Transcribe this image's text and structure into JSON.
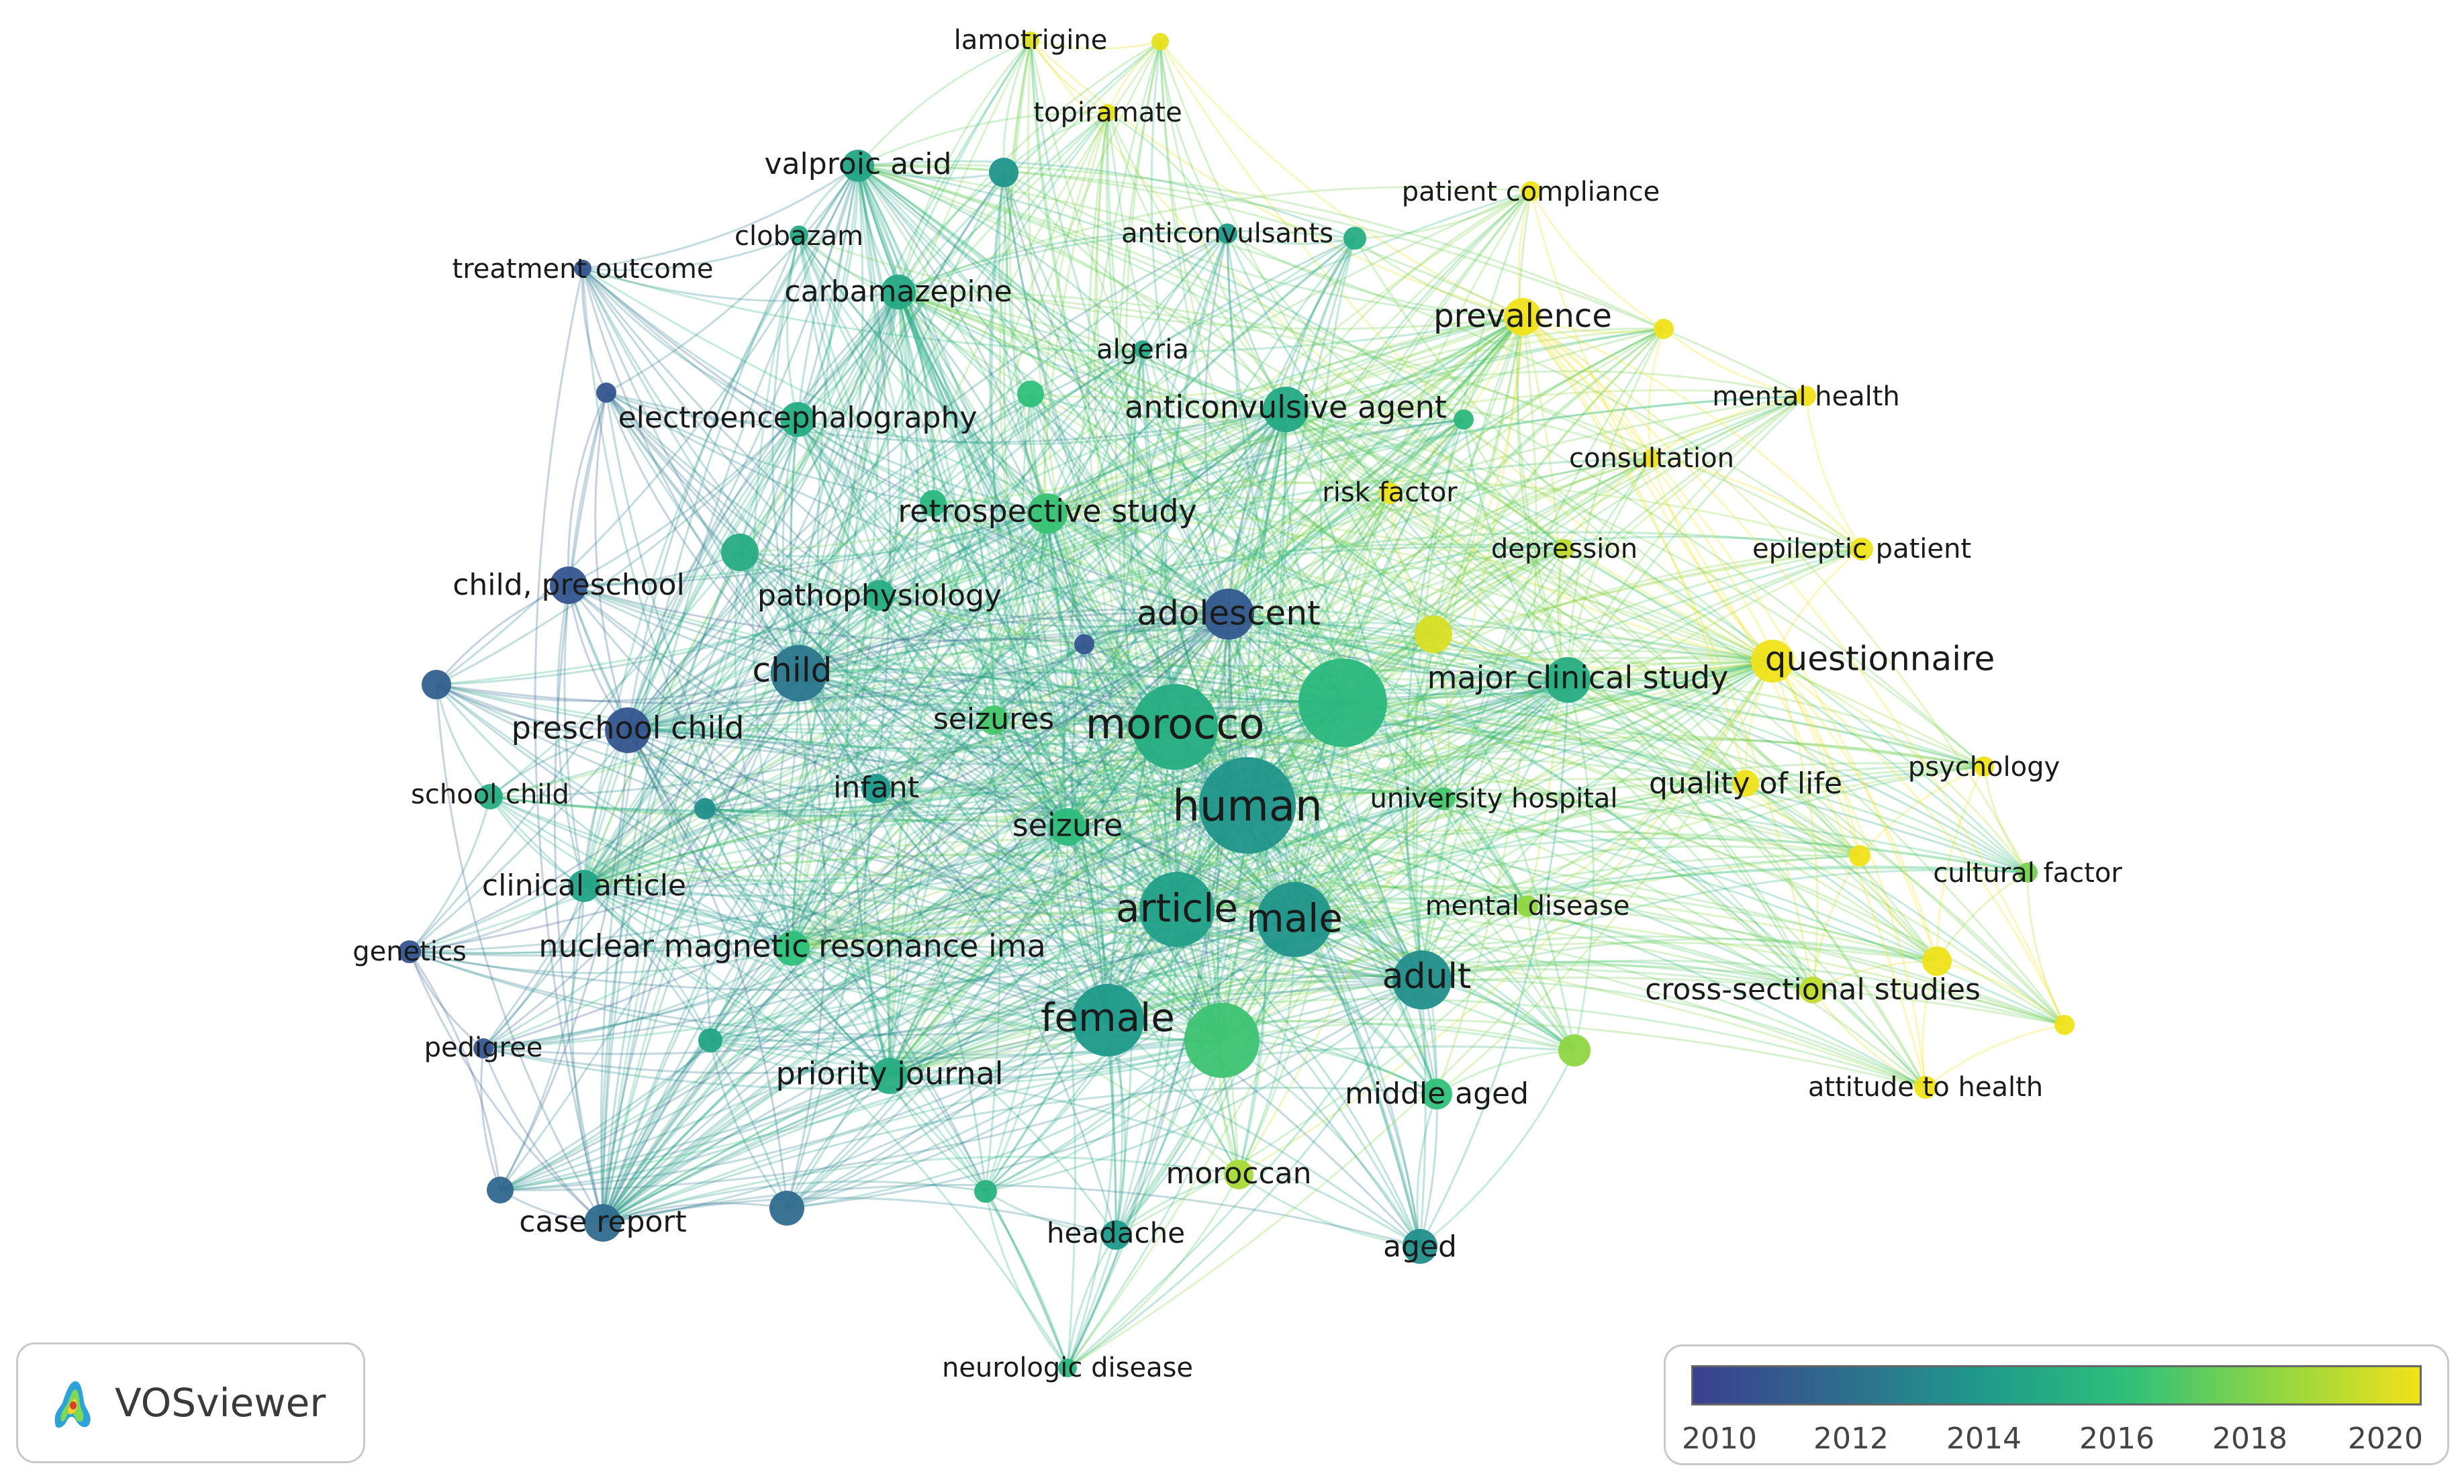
{
  "brand": {
    "name": "VOSviewer",
    "logo_icon": "vosviewer-logo-icon"
  },
  "legend": {
    "ticks": [
      "2010",
      "2012",
      "2014",
      "2016",
      "2018",
      "2020"
    ],
    "colors": [
      "#3b3f8f",
      "#2f6b8e",
      "#1f9a8a",
      "#2fc07a",
      "#8fd642",
      "#f0e21a"
    ]
  },
  "nodes": [
    {
      "id": "lamotrigine",
      "label": "lamotrigine",
      "year": 2019.6
    },
    {
      "id": "n_top_yellow",
      "label": "",
      "year": 2019.8
    },
    {
      "id": "topiramate",
      "label": "topiramate",
      "year": 2019.8
    },
    {
      "id": "valproic_acid",
      "label": "valproic acid",
      "year": 2014.5
    },
    {
      "id": "n_valproic2",
      "label": "",
      "year": 2013.8
    },
    {
      "id": "clobazam",
      "label": "clobazam",
      "year": 2014.8
    },
    {
      "id": "anticonvulsants",
      "label": "anticonvulsants",
      "year": 2014.0
    },
    {
      "id": "n_anticonv2",
      "label": "",
      "year": 2015.0
    },
    {
      "id": "patient_compliance",
      "label": "patient compliance",
      "year": 2020.0
    },
    {
      "id": "treatment_outcome",
      "label": "treatment outcome",
      "year": 2011.0
    },
    {
      "id": "carbamazepine",
      "label": "carbamazepine",
      "year": 2014.8
    },
    {
      "id": "prevalence",
      "label": "prevalence",
      "year": 2020.0
    },
    {
      "id": "n_prev2",
      "label": "",
      "year": 2020.0
    },
    {
      "id": "algeria",
      "label": "algeria",
      "year": 2014.8
    },
    {
      "id": "n_alg2",
      "label": "",
      "year": 2016.0
    },
    {
      "id": "mental_health",
      "label": "mental health",
      "year": 2020.0
    },
    {
      "id": "n_purple_left",
      "label": "",
      "year": 2011.0
    },
    {
      "id": "electroencephalography",
      "label": "electroencephalography",
      "year": 2015.0
    },
    {
      "id": "anticonvulsive_agent",
      "label": "anticonvulsive agent",
      "year": 2014.8
    },
    {
      "id": "n_acagent2",
      "label": "",
      "year": 2015.5
    },
    {
      "id": "consultation",
      "label": "consultation",
      "year": 2020.0
    },
    {
      "id": "risk_factor",
      "label": "risk factor",
      "year": 2020.0
    },
    {
      "id": "retrospective_study",
      "label": "retrospective study",
      "year": 2016.2
    },
    {
      "id": "n_retro2",
      "label": "",
      "year": 2015.5
    },
    {
      "id": "depression",
      "label": "depression",
      "year": 2019.0
    },
    {
      "id": "epileptic_patient",
      "label": "epileptic patient",
      "year": 2020.0
    },
    {
      "id": "n_left_teal",
      "label": "",
      "year": 2015.0
    },
    {
      "id": "child_preschool",
      "label": "child, preschool",
      "year": 2011.0
    },
    {
      "id": "pathophysiology",
      "label": "pathophysiology",
      "year": 2015.0
    },
    {
      "id": "adolescent",
      "label": "adolescent",
      "year": 2011.2
    },
    {
      "id": "n_purple_small",
      "label": "",
      "year": 2011.0
    },
    {
      "id": "n_yellow_mid",
      "label": "",
      "year": 2019.5
    },
    {
      "id": "n_blue_left",
      "label": "",
      "year": 2011.5
    },
    {
      "id": "child",
      "label": "child",
      "year": 2012.5
    },
    {
      "id": "questionnaire",
      "label": "questionnaire",
      "year": 2020.0
    },
    {
      "id": "major_clinical_study",
      "label": "major clinical study",
      "year": 2015.0
    },
    {
      "id": "n_big_teal",
      "label": "",
      "year": 2015.5
    },
    {
      "id": "morocco",
      "label": "morocco",
      "year": 2015.0
    },
    {
      "id": "seizures",
      "label": "seizures",
      "year": 2016.5
    },
    {
      "id": "preschool_child",
      "label": "preschool child",
      "year": 2011.0
    },
    {
      "id": "school_child",
      "label": "school child",
      "year": 2015.0
    },
    {
      "id": "n_teal_small",
      "label": "",
      "year": 2013.5
    },
    {
      "id": "infant",
      "label": "infant",
      "year": 2014.0
    },
    {
      "id": "human",
      "label": "human",
      "year": 2013.8
    },
    {
      "id": "university_hospital",
      "label": "university hospital",
      "year": 2016.5
    },
    {
      "id": "quality_of_life",
      "label": "quality of life",
      "year": 2020.0
    },
    {
      "id": "psychology",
      "label": "psychology",
      "year": 2020.0
    },
    {
      "id": "seizure",
      "label": "seizure",
      "year": 2015.8
    },
    {
      "id": "n_yellow_right",
      "label": "",
      "year": 2020.0
    },
    {
      "id": "cultural_factor",
      "label": "cultural factor",
      "year": 2017.5
    },
    {
      "id": "clinical_article",
      "label": "clinical article",
      "year": 2014.5
    },
    {
      "id": "article",
      "label": "article",
      "year": 2014.3
    },
    {
      "id": "male",
      "label": "male",
      "year": 2013.8
    },
    {
      "id": "mental_disease",
      "label": "mental disease",
      "year": 2018.0
    },
    {
      "id": "genetics",
      "label": "genetics",
      "year": 2011.0
    },
    {
      "id": "nuclear_mri",
      "label": "nuclear magnetic resonance ima",
      "year": 2016.0
    },
    {
      "id": "adult",
      "label": "adult",
      "year": 2013.5
    },
    {
      "id": "n_yellow_right2",
      "label": "",
      "year": 2020.0
    },
    {
      "id": "cross_sectional",
      "label": "cross-sectional studies",
      "year": 2019.0
    },
    {
      "id": "n_yellow_far",
      "label": "",
      "year": 2020.0
    },
    {
      "id": "female",
      "label": "female",
      "year": 2014.0
    },
    {
      "id": "n_big_green",
      "label": "",
      "year": 2016.3
    },
    {
      "id": "n_teal_small2",
      "label": "",
      "year": 2014.5
    },
    {
      "id": "pedigree",
      "label": "pedigree",
      "year": 2011.0
    },
    {
      "id": "n_green_right",
      "label": "",
      "year": 2018.0
    },
    {
      "id": "priority_journal",
      "label": "priority journal",
      "year": 2015.0
    },
    {
      "id": "middle_aged",
      "label": "middle aged",
      "year": 2016.0
    },
    {
      "id": "attitude_to_health",
      "label": "attitude to health",
      "year": 2020.0
    },
    {
      "id": "n_blue_bl",
      "label": "",
      "year": 2011.8
    },
    {
      "id": "moroccan",
      "label": "moroccan",
      "year": 2018.5
    },
    {
      "id": "n_teal_bottom",
      "label": "",
      "year": 2015.3
    },
    {
      "id": "n_blue_bottom",
      "label": "",
      "year": 2012.0
    },
    {
      "id": "case_report",
      "label": "case report",
      "year": 2012.0
    },
    {
      "id": "headache",
      "label": "headache",
      "year": 2014.0
    },
    {
      "id": "aged",
      "label": "aged",
      "year": 2013.5
    },
    {
      "id": "neurologic_disease",
      "label": "neurologic disease",
      "year": 2015.5
    }
  ]
}
